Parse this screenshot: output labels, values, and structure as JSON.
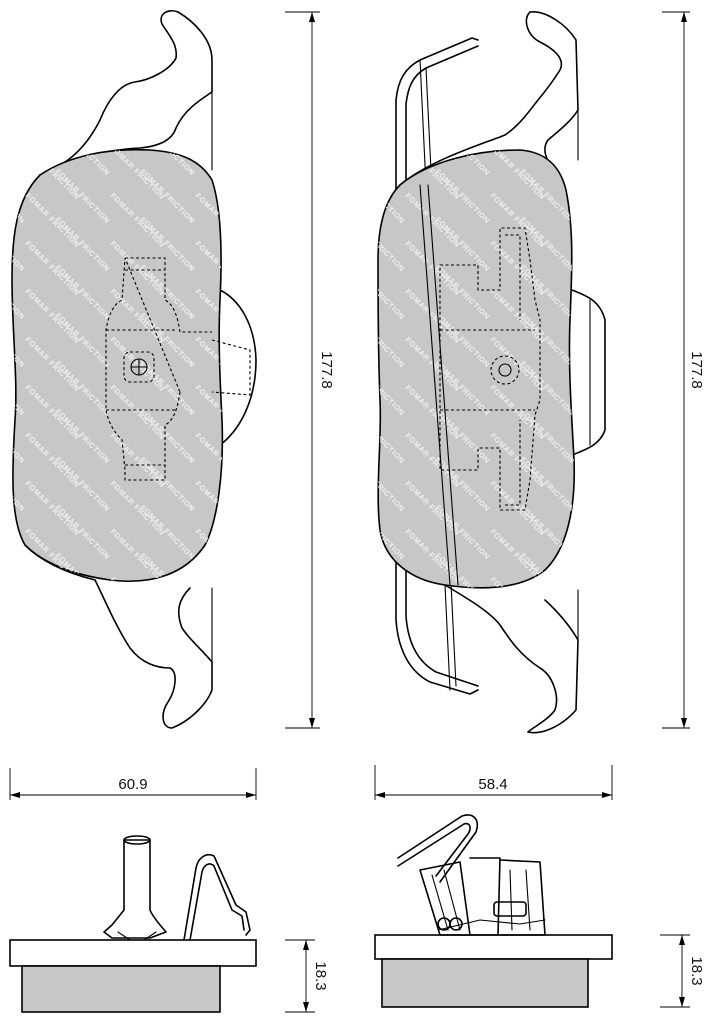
{
  "dimensions": {
    "left_height": "177.8",
    "right_height": "177.8",
    "left_width": "60.9",
    "right_width": "58.4",
    "left_thickness": "18.3",
    "right_thickness": "18.3"
  },
  "watermark": "FOMAR FRICTION",
  "colors": {
    "friction_material": "#c7c7c7",
    "outline": "#000000",
    "background": "#ffffff"
  }
}
